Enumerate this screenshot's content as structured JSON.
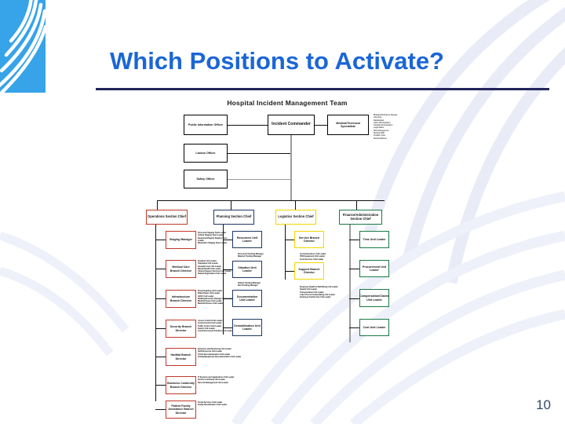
{
  "slide": {
    "title": "Which Positions to Activate?",
    "page_number": "10",
    "title_color": "#1b66d6",
    "rule_color": "#23235c",
    "logo_color": "#37a3e8",
    "page_number_color": "#2e4a6b"
  },
  "chart_data": {
    "type": "diagram",
    "title": "Hospital Incident Management Team",
    "command": {
      "incident_commander": "Incident Commander",
      "public_information_officer": "Public Information Officer",
      "liaison_officer": "Liaison Officer",
      "safety_officer": "Safety Officer",
      "medical_technical_specialists": "Medical/Technical Specialists",
      "specialist_list": "Biological/Infectious Disease\nChemical\nRadiological\nClinic Administration\nHospital Administration\nLegal Affairs\nRisk Management\nMedical Staff\nPediatric Care\nMedical Ethicist"
    },
    "sections": [
      {
        "id": "operations",
        "label": "Operations Section Chief",
        "color": "#c0392b",
        "units": [
          {
            "label": "Staging Manager",
            "subs": "Personnel Staging Team Leader\nVehicle Staging Team Leader\nEquipment/Supply Staging Team\nLeader\nMedication Staging Team Leader"
          },
          {
            "label": "Medical Care Branch Director",
            "subs": "Inpatient Unit Leader\nOutpatient Unit Leader\nCasualty Care Unit Leader\nMental Health Unit Leader\nClinical Support Services Unit Leader\nPatient Registration Unit Leader"
          },
          {
            "label": "Infrastructure Branch Director",
            "subs": "Power/Lighting Unit Leader\nWater/Sewer Unit Leader\nHVAC Unit Leader\nBuilding/Grounds Damage Unit Leader\nMedical Gases Unit Leader\nMedical Devices Unit Leader"
          },
          {
            "label": "Security Branch Director",
            "subs": "Access Control Unit Leader\nCrowd Control Unit Leader\nTraffic Control Unit Leader\nSearch Unit Leader\nLaw Enforcement Interface Unit Leader"
          },
          {
            "label": "HazMat Branch Director",
            "subs": "Detection and Monitoring Unit Leader\nSpill Response Unit Leader\nVictim Decontamination Unit Leader\nFacility/Equipment Decontamination Unit Leader"
          },
          {
            "label": "Business Continuity Branch Director",
            "subs": "IT Systems and Applications Unit Leader\nService Continuity Unit Leader\nRecords Management Unit Leader"
          },
          {
            "label": "Patient Family Assistance Branch Director",
            "subs": "Social Services Unit Leader\nFamily Reunification Unit Leader"
          }
        ]
      },
      {
        "id": "planning",
        "label": "Planning Section Chief",
        "color": "#1f3864",
        "units": [
          {
            "label": "Resources Unit Leader",
            "subs": "Personnel Tracking Manager\nMateriel Tracking Manager"
          },
          {
            "label": "Situation Unit Leader",
            "subs": "Patient Tracking Manager\nBed Tracking Manager"
          },
          {
            "label": "Documentation Unit Leader",
            "subs": ""
          },
          {
            "label": "Demobilization Unit Leader",
            "subs": ""
          }
        ]
      },
      {
        "id": "logistics",
        "label": "Logistics Section Chief",
        "color": "#f2d600",
        "units": [
          {
            "label": "Service Branch Director",
            "subs": "Communications Unit Leader\nIT/IS Equipment Unit Leader\nFood Services Unit Leader"
          },
          {
            "label": "Support Branch Director",
            "subs": "Employee Health & Well-Being Unit Leader\nSupply Unit Leader\nTransportation Unit Leader\nLabor Pool & Credentialing Unit Leader\nEmployee Family Care Unit Leader"
          }
        ]
      },
      {
        "id": "finance",
        "label": "Finance/Administration Section Chief",
        "color": "#1a7a46",
        "units": [
          {
            "label": "Time Unit Leader",
            "subs": ""
          },
          {
            "label": "Procurement Unit Leader",
            "subs": ""
          },
          {
            "label": "Compensation/Claims Unit Leader",
            "subs": ""
          },
          {
            "label": "Cost Unit Leader",
            "subs": ""
          }
        ]
      }
    ]
  }
}
